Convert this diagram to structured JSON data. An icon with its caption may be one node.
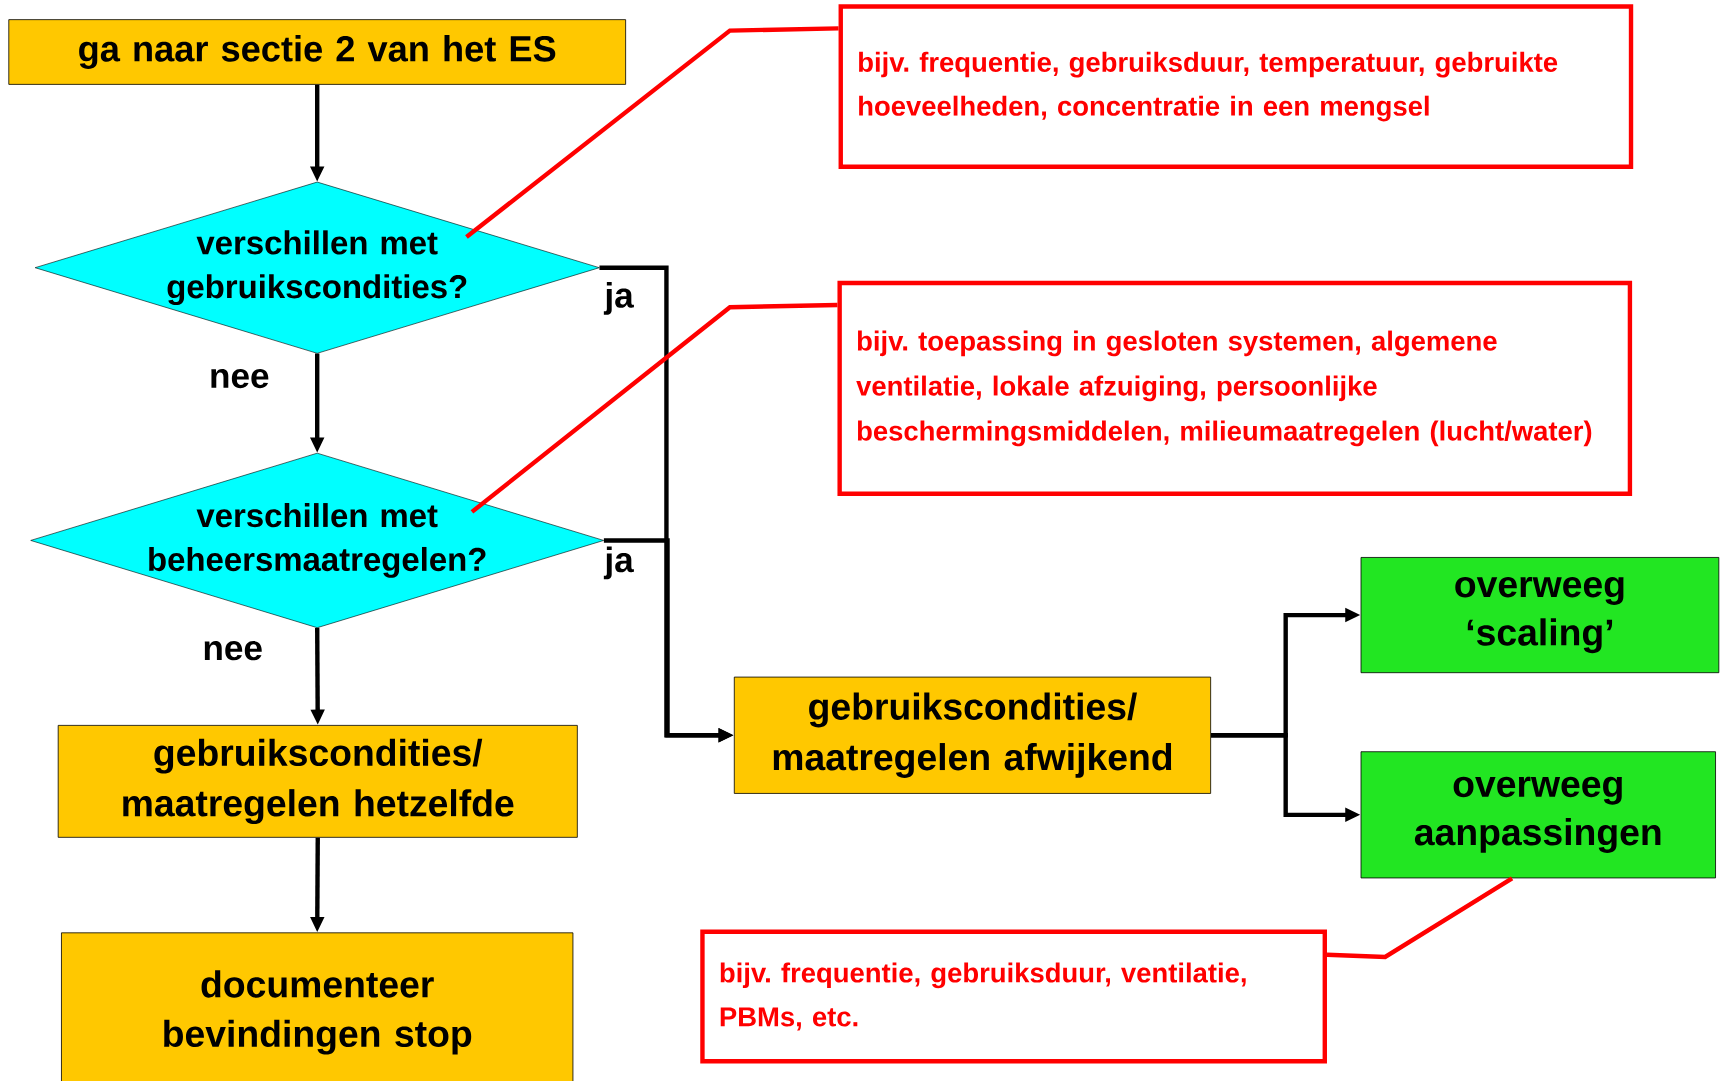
{
  "diagram": {
    "nodes": [
      {
        "text": [
          "ga naar sectie 2 van het ES"
        ]
      },
      {
        "text": [
          "verschillen met gebruikscondities?"
        ]
      },
      {
        "text": [
          "verschillen met beheersmaatregelen?"
        ]
      },
      {
        "text": [
          "gebruikscondities/ maatregelen hetzelfde"
        ]
      },
      {
        "text": [
          "documenteer bevindingen stop"
        ]
      },
      {
        "text": [
          "gebruikscondities/ maatregelen afwijkend"
        ]
      },
      {
        "text": [
          "overweeg ‘scaling’"
        ]
      },
      {
        "text": [
          "overweeg aanpassingen"
        ]
      },
      {
        "text": [
          "bijv. frequentie, gebruiksduur, temperatuur, gebruikte hoeveelheden, concentratie in een mengsel"
        ]
      },
      {
        "text": [
          "bijv. toepassing in gesloten systemen, algemene ventilatie, lokale afzuiging, persoonlijke beschermingsmiddelen, milieumaatregelen (lucht/water)"
        ]
      },
      {
        "text": [
          "bijv. frequentie, gebruiksduur, ventilatie, PBMs, etc."
        ]
      }
    ],
    "edges": [
      {
        "from": 0,
        "to": 1,
        "arrow": "to"
      },
      {
        "from": 1,
        "to": 2,
        "arrow": "to",
        "label": "nee"
      },
      {
        "from": 2,
        "to": 3,
        "arrow": "to",
        "label": "nee"
      },
      {
        "from": 3,
        "to": 4,
        "arrow": "to"
      },
      {
        "from": 1,
        "to": 5,
        "arrow": "to",
        "label": "ja"
      },
      {
        "from": 2,
        "to": 5,
        "arrow": "to",
        "label": "ja"
      },
      {
        "from": 5,
        "to": 6,
        "arrow": "to"
      },
      {
        "from": 5,
        "to": 7,
        "arrow": "to"
      },
      {
        "from": 8,
        "to": 1,
        "arrow": "none",
        "color": "#ff0000"
      },
      {
        "from": 9,
        "to": 2,
        "arrow": "none",
        "color": "#ff0000"
      },
      {
        "from": 10,
        "to": 7,
        "arrow": "none",
        "color": "#ff0000"
      }
    ]
  }
}
